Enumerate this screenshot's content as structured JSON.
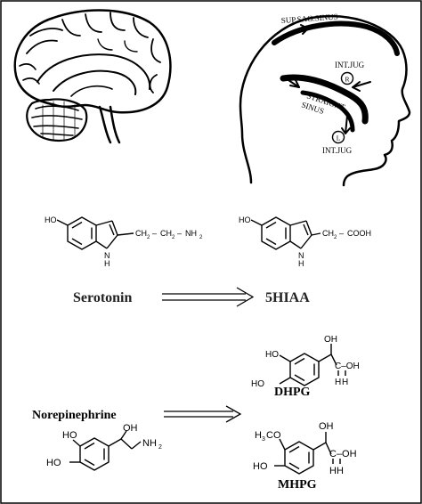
{
  "anatomy": {
    "labels": {
      "sup_sag_sinus": "SUP.SAG.SINUS",
      "straight_sinus_line1": "STRAIGHT",
      "straight_sinus_line2": "SINUS",
      "int_jug_right": "INT.JUG",
      "int_jug_right_marker": "R",
      "int_jug_left": "INT.JUG",
      "int_jug_left_marker": "L"
    }
  },
  "serotonin_pathway": {
    "serotonin": {
      "ho": "HO",
      "chain": "CH",
      "chain_sub": "2",
      "dash1": "–",
      "chain2": "CH",
      "chain2_sub": "2",
      "dash2": "–",
      "amine": "NH",
      "amine_sub": "2",
      "nh": "N",
      "h": "H"
    },
    "hiaa": {
      "ho": "HO",
      "chain": "CH",
      "chain_sub": "2",
      "dash": "–",
      "acid": "COOH",
      "nh": "N",
      "h": "H"
    },
    "from_label": "Serotonin",
    "to_label": "5HIAA"
  },
  "norepinephrine_pathway": {
    "from_label": "Norepinephrine",
    "norepi": {
      "ho1": "HO",
      "ho2": "HO",
      "oh": "OH",
      "nh2": "NH",
      "nh2_sub": "2"
    },
    "dhpg": {
      "ho1": "HO",
      "ho2": "HO",
      "oh1": "OH",
      "oh2": "C–OH",
      "h1": "H",
      "h2": "H",
      "name": "DHPG"
    },
    "mhpg": {
      "methoxy": "H",
      "methoxy_sub": "3",
      "methoxy_rest": "CO",
      "ho": "HO",
      "oh1": "OH",
      "oh2": "C–OH",
      "h1": "H",
      "h2": "H",
      "name": "MHPG"
    }
  }
}
